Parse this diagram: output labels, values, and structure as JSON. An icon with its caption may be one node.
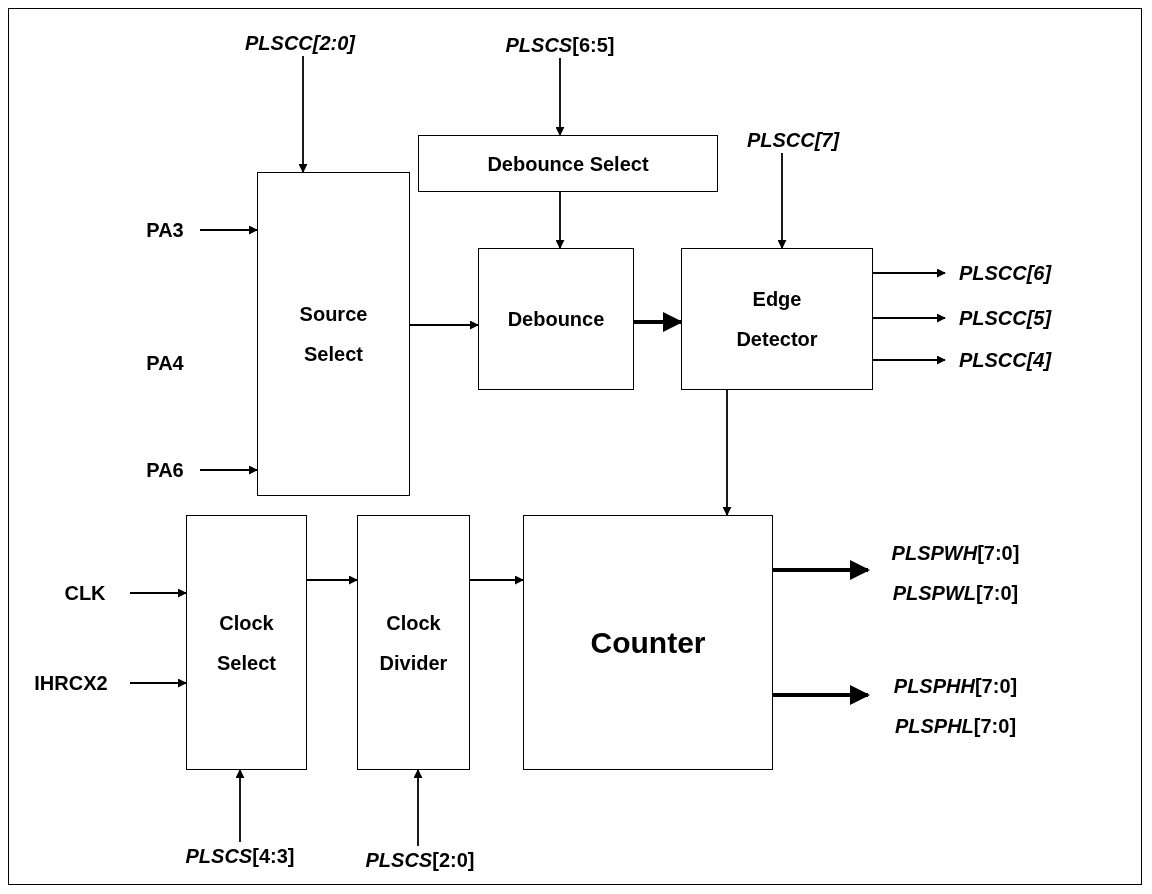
{
  "diagram": {
    "nodes": [
      {
        "text": [
          "PLSCC[2:0]"
        ]
      },
      {
        "text": [
          "*PLSCS*[6:5]"
        ]
      },
      {
        "text": [
          "Debounce Select"
        ]
      },
      {
        "text": [
          "PLSCC[7]"
        ]
      },
      {
        "text": [
          "PA3"
        ]
      },
      {
        "text": [
          "Source Select"
        ]
      },
      {
        "text": [
          "Debounce"
        ]
      },
      {
        "text": [
          "Edge Detector"
        ]
      },
      {
        "text": [
          "PLSCC[6]"
        ]
      },
      {
        "text": [
          "PLSCC[5]"
        ]
      },
      {
        "text": [
          "PLSCC[4]"
        ]
      },
      {
        "text": [
          "PA6"
        ]
      },
      {
        "text": [
          "CLK"
        ]
      },
      {
        "text": [
          "IHRCX2"
        ]
      },
      {
        "text": [
          "Clock Select"
        ]
      },
      {
        "text": [
          "Clock Divider"
        ]
      },
      {
        "text": [
          "Counter"
        ]
      },
      {
        "text": [
          "*PLSPWH*[7:0]",
          "*PLSPWL*[7:0]"
        ]
      },
      {
        "text": [
          "*PLSPHH*[7:0]",
          "*PLSPHL*[7:0]"
        ]
      },
      {
        "text": [
          "*PLSCS*[4:3]"
        ]
      },
      {
        "text": [
          "*PLSCS*[2:0]"
        ]
      }
    ],
    "edges": [
      {
        "from": 0,
        "to": 5,
        "arrow": "to"
      },
      {
        "from": 1,
        "to": 2,
        "arrow": "to"
      },
      {
        "from": 2,
        "to": 6,
        "arrow": "to"
      },
      {
        "from": 3,
        "to": 7,
        "arrow": "to"
      },
      {
        "from": 4,
        "to": 5,
        "arrow": "to"
      },
      {
        "from": 11,
        "to": 5,
        "arrow": "to"
      },
      {
        "from": 5,
        "to": 6,
        "arrow": "to"
      },
      {
        "from": 6,
        "to": 7,
        "arrow": "to",
        "style": "thick"
      },
      {
        "from": 7,
        "to": 8,
        "arrow": "to"
      },
      {
        "from": 7,
        "to": 9,
        "arrow": "to"
      },
      {
        "from": 7,
        "to": 10,
        "arrow": "to"
      },
      {
        "from": 7,
        "to": 16,
        "arrow": "to"
      },
      {
        "from": 12,
        "to": 14,
        "arrow": "to"
      },
      {
        "from": 13,
        "to": 14,
        "arrow": "to"
      },
      {
        "from": 14,
        "to": 15,
        "arrow": "to"
      },
      {
        "from": 15,
        "to": 16,
        "arrow": "to"
      },
      {
        "from": 16,
        "to": 17,
        "arrow": "to",
        "style": "thick"
      },
      {
        "from": 16,
        "to": 18,
        "arrow": "to",
        "style": "thick"
      },
      {
        "from": 19,
        "to": 14,
        "arrow": "to"
      },
      {
        "from": 20,
        "to": 15,
        "arrow": "to"
      }
    ],
    "labels": [
      "PA4"
    ]
  }
}
